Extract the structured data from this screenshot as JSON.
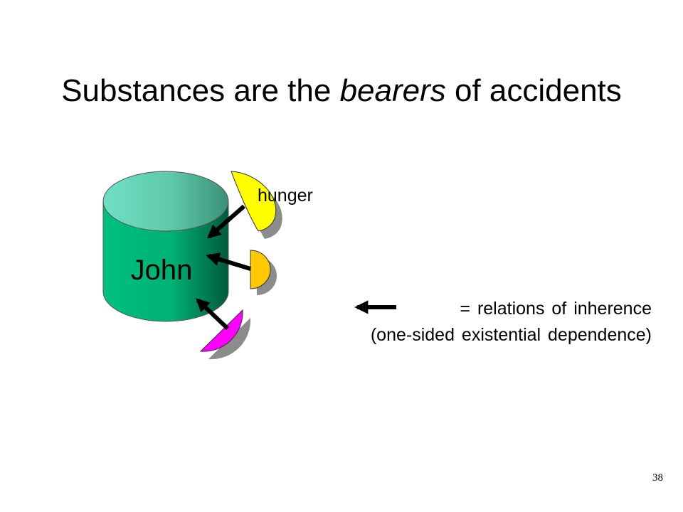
{
  "slide": {
    "title_before": "Substances are the ",
    "title_emphasis": "bearers",
    "title_after": " of accidents",
    "page_number": "38"
  },
  "diagram": {
    "substance_label": "John",
    "accident_labels": [
      "hunger"
    ],
    "colors": {
      "cylinder_body": "#00c080",
      "cylinder_top": "#60d8b8",
      "accident_1": "#ffff00",
      "accident_2": "#ffc800",
      "accident_3": "#ff00ff",
      "shadow": "#8c8c8c",
      "arrow": "#000000"
    }
  },
  "legend": {
    "line1": "= relations of inherence",
    "line2": "(one-sided existential dependence)"
  }
}
